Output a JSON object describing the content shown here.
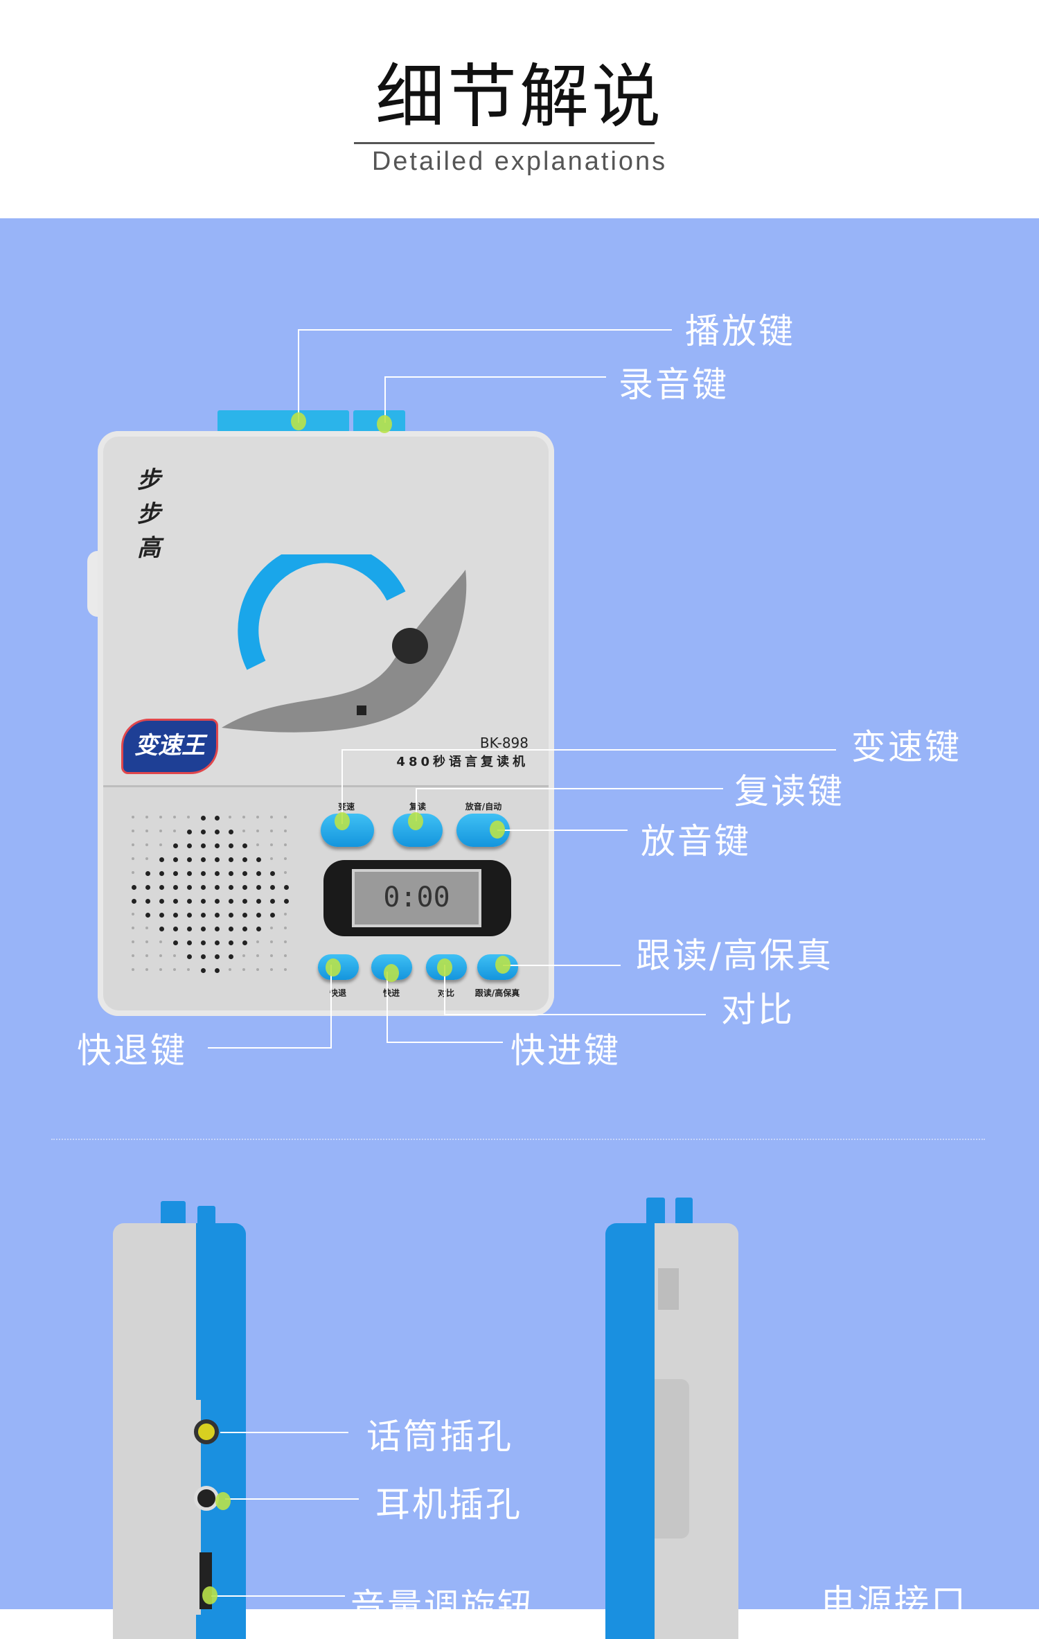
{
  "header": {
    "title": "细节解说",
    "subtitle": "Detailed explanations"
  },
  "colors": {
    "background": "#98b4f8",
    "accent_blue": "#1aa0e8",
    "marker_green": "#b9e24a"
  },
  "device": {
    "brand": "步步高",
    "logo": "变速王",
    "model": "BK-898",
    "product_name": "480秒语言复读机",
    "lcd_display": "0:00",
    "top_buttons": [
      "变速",
      "复读",
      "放音/自动"
    ],
    "bottom_buttons": [
      "快退",
      "快进",
      "对比",
      "跟读/高保真"
    ]
  },
  "callouts": {
    "play": "播放键",
    "record": "录音键",
    "speed": "变速键",
    "repeat": "复读键",
    "playback": "放音键",
    "follow": "跟读/高保真",
    "compare": "对比",
    "rewind": "快退键",
    "fast_forward": "快进键",
    "mic_jack": "话筒插孔",
    "headphone_jack": "耳机插孔",
    "volume": "音量调旋钮",
    "power": "电源接口"
  }
}
